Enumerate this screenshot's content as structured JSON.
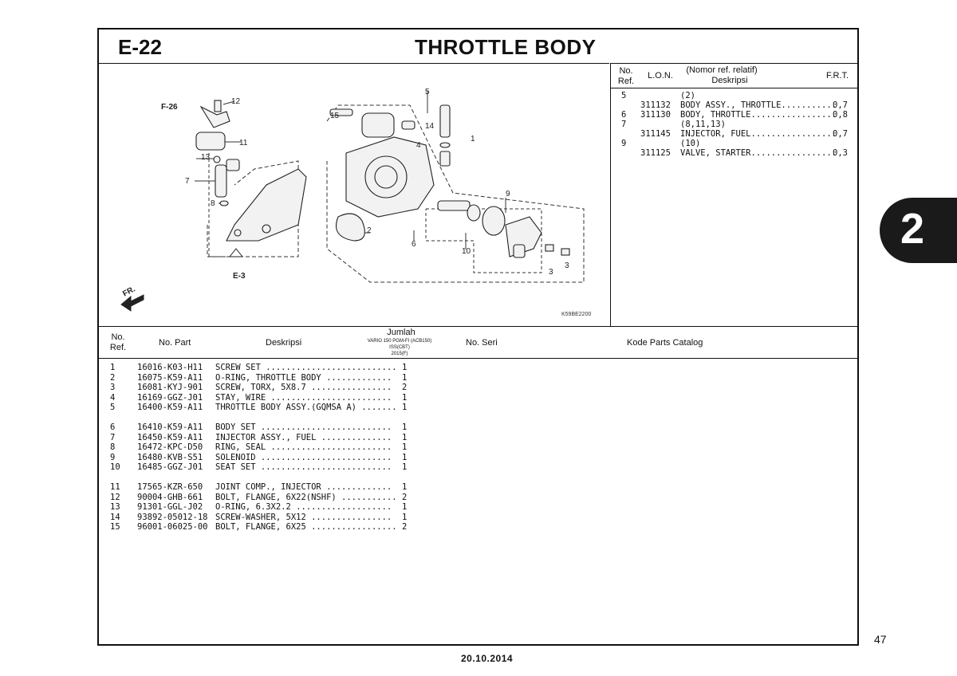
{
  "header": {
    "section_code": "E-22",
    "title": "THROTTLE BODY"
  },
  "ref_table": {
    "columns": {
      "no_ref": "No. Ref.",
      "lon": "L.O.N.",
      "desc_top": "(Nomor ref. relatif)",
      "desc": "Deskripsi",
      "frt": "F.R.T."
    },
    "rows": [
      {
        "ref": "5",
        "lon": "",
        "desc": "(2)",
        "frt": ""
      },
      {
        "ref": "",
        "lon": "311132",
        "desc": "BODY ASSY., THROTTLE...........",
        "frt": "0,7"
      },
      {
        "ref": "6",
        "lon": "311130",
        "desc": "BODY, THROTTLE.................",
        "frt": "0,8"
      },
      {
        "ref": "7",
        "lon": "",
        "desc": "(8,11,13)",
        "frt": ""
      },
      {
        "ref": "",
        "lon": "311145",
        "desc": "INJECTOR, FUEL.................",
        "frt": "0,7"
      },
      {
        "ref": "9",
        "lon": "",
        "desc": "(10)",
        "frt": ""
      },
      {
        "ref": "",
        "lon": "311125",
        "desc": "VALVE, STARTER.................",
        "frt": "0,3"
      }
    ]
  },
  "diagram": {
    "image_code": "K59BE2200",
    "refs": {
      "f26": "F-26",
      "e3": "E-3",
      "fr": "FR."
    },
    "callouts": [
      "1",
      "2",
      "3",
      "3",
      "4",
      "5",
      "6",
      "7",
      "8",
      "9",
      "10",
      "11",
      "12",
      "13",
      "14",
      "15"
    ]
  },
  "parts_table": {
    "columns": {
      "no_ref": "No. Ref.",
      "no_part": "No. Part",
      "desc": "Deskripsi",
      "jumlah": "Jumlah",
      "model_line1": "VARIO 150 PGM-FI (ACB150)",
      "model_line2": "ISS(CBT)",
      "model_line3": "2015(F)",
      "no_seri": "No. Seri",
      "catalog": "Kode Parts Catalog"
    },
    "rows": [
      {
        "ref": "1",
        "part": "16016-K03-H11",
        "desc": "SCREW SET ..........................",
        "qty": "1"
      },
      {
        "ref": "2",
        "part": "16075-K59-A11",
        "desc": "O-RING, THROTTLE BODY .............",
        "qty": "1"
      },
      {
        "ref": "3",
        "part": "16081-KYJ-901",
        "desc": "SCREW, TORX, 5X8.7 ................",
        "qty": "2"
      },
      {
        "ref": "4",
        "part": "16169-GGZ-J01",
        "desc": "STAY, WIRE ........................",
        "qty": "1"
      },
      {
        "ref": "5",
        "part": "16400-K59-A11",
        "desc": "THROTTLE BODY ASSY.(GQMSA A) .......",
        "qty": "1"
      },
      {
        "ref": "6",
        "part": "16410-K59-A11",
        "desc": "BODY SET ..........................",
        "qty": "1"
      },
      {
        "ref": "7",
        "part": "16450-K59-A11",
        "desc": "INJECTOR ASSY., FUEL ..............",
        "qty": "1"
      },
      {
        "ref": "8",
        "part": "16472-KPC-D50",
        "desc": "RING, SEAL ........................",
        "qty": "1"
      },
      {
        "ref": "9",
        "part": "16480-KVB-S51",
        "desc": "SOLENOID ..........................",
        "qty": "1"
      },
      {
        "ref": "10",
        "part": "16485-GGZ-J01",
        "desc": "SEAT SET ..........................",
        "qty": "1"
      },
      {
        "ref": "11",
        "part": "17565-KZR-650",
        "desc": "JOINT COMP., INJECTOR .............",
        "qty": "1"
      },
      {
        "ref": "12",
        "part": "90004-GHB-661",
        "desc": "BOLT, FLANGE, 6X22(NSHF) ...........",
        "qty": "2"
      },
      {
        "ref": "13",
        "part": "91301-GGL-J02",
        "desc": "O-RING, 6.3X2.2 ...................",
        "qty": "1"
      },
      {
        "ref": "14",
        "part": "93892-05012-18",
        "desc": "SCREW-WASHER, 5X12 ................",
        "qty": "1"
      },
      {
        "ref": "15",
        "part": "96001-06025-00",
        "desc": "BOLT, FLANGE, 6X25 .................",
        "qty": "2"
      }
    ]
  },
  "side_tab": "2",
  "page_number": "47",
  "date": "20.10.2014"
}
